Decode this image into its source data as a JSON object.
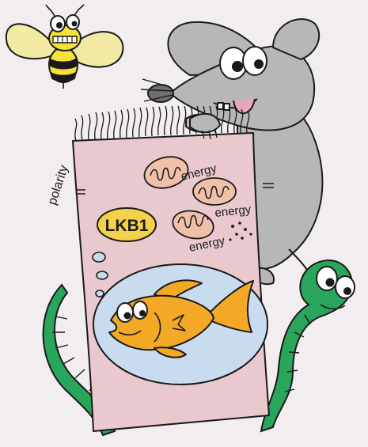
{
  "labels": {
    "polarity": "polarity",
    "lkb1": "LKB1",
    "energy_1": "energy",
    "energy_2": "energy",
    "energy_3": "energy"
  },
  "colors": {
    "background": "#f2edef",
    "cell": "#e9c9cd",
    "lkb1": "#f5d14a",
    "mitochondria": "#f0c1a8",
    "plate": "#c9dcef",
    "fish": "#f3a826",
    "worm": "#2aa55c",
    "mouse": "#b7b7b7",
    "bee_wing": "#f2eaa2",
    "bee_body": "#f5e13a"
  },
  "icons": [
    "bee-icon",
    "mouse-icon",
    "worm-icon",
    "fish-icon",
    "mitochondrion-icon"
  ]
}
